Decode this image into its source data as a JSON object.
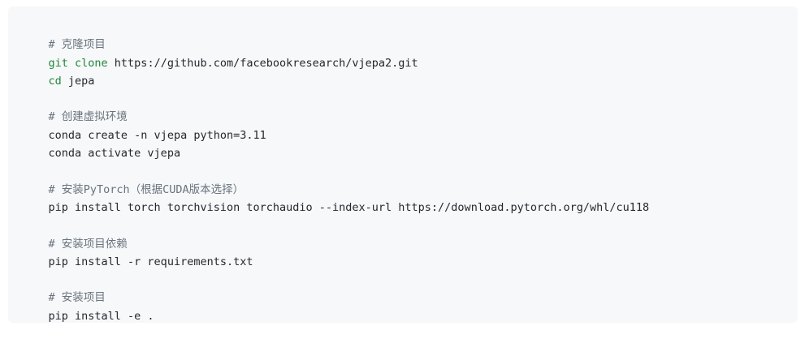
{
  "code_block": {
    "lines": [
      {
        "type": "comment",
        "text": "# 克隆项目"
      },
      {
        "type": "cmd",
        "keyword": "git clone",
        "rest": " https://github.com/facebookresearch/vjepa2.git"
      },
      {
        "type": "cmd",
        "keyword": "cd",
        "rest": " jepa"
      },
      {
        "type": "blank",
        "text": ""
      },
      {
        "type": "comment",
        "text": "# 创建虚拟环境"
      },
      {
        "type": "plain",
        "text": "conda create -n vjepa python=3.11"
      },
      {
        "type": "plain",
        "text": "conda activate vjepa"
      },
      {
        "type": "blank",
        "text": ""
      },
      {
        "type": "comment",
        "text": "# 安装PyTorch（根据CUDA版本选择）"
      },
      {
        "type": "plain",
        "text": "pip install torch torchvision torchaudio --index-url https://download.pytorch.org/whl/cu118"
      },
      {
        "type": "blank",
        "text": ""
      },
      {
        "type": "comment",
        "text": "# 安装项目依赖"
      },
      {
        "type": "plain",
        "text": "pip install -r requirements.txt"
      },
      {
        "type": "blank",
        "text": ""
      },
      {
        "type": "comment",
        "text": "# 安装项目"
      },
      {
        "type": "plain",
        "text": "pip install -e ."
      }
    ]
  },
  "colors": {
    "background": "#f6f8fa",
    "comment": "#6a737d",
    "keyword": "#22863a",
    "text": "#24292e"
  }
}
